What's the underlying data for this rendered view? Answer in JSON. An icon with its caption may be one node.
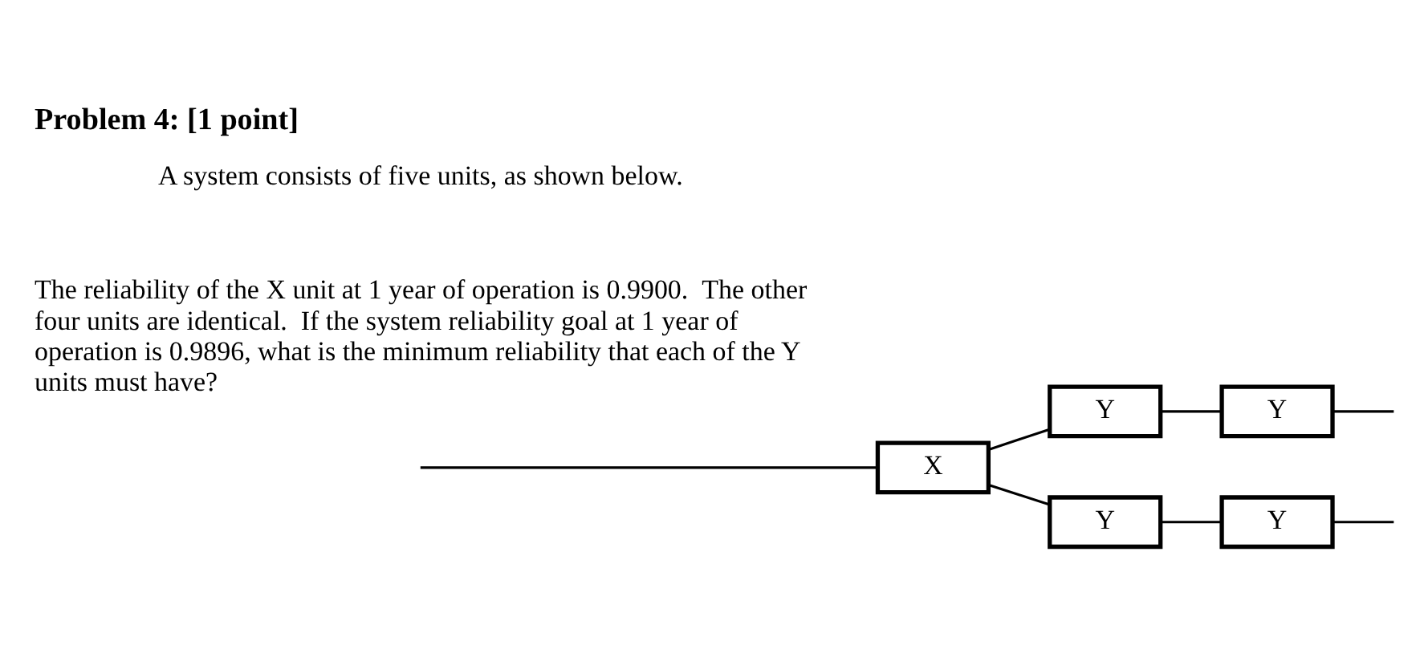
{
  "diagram": {
    "title": "Problem 4: [1 point]",
    "nodes": [
      {
        "text": [
          "X"
        ]
      },
      {
        "text": [
          "Y"
        ]
      },
      {
        "text": [
          "Y"
        ]
      },
      {
        "text": [
          "Y"
        ]
      },
      {
        "text": [
          "Y"
        ]
      }
    ],
    "edges": [
      {
        "from": null,
        "to": 0,
        "arrow": "none"
      },
      {
        "from": 0,
        "to": 1,
        "arrow": "none"
      },
      {
        "from": 0,
        "to": 3,
        "arrow": "none"
      },
      {
        "from": 1,
        "to": 2,
        "arrow": "none"
      },
      {
        "from": 3,
        "to": 4,
        "arrow": "none"
      },
      {
        "from": 2,
        "to": null,
        "arrow": "none"
      },
      {
        "from": 4,
        "to": null,
        "arrow": "none"
      }
    ],
    "labels": [
      "A system consists of five units, as shown below.",
      "The reliability of the X unit at 1 year of operation is 0.9900.  The other four units are identical.  If the system reliability goal at 1 year of operation is 0.9896, what is the minimum reliability that each of the Y units must have?"
    ]
  }
}
